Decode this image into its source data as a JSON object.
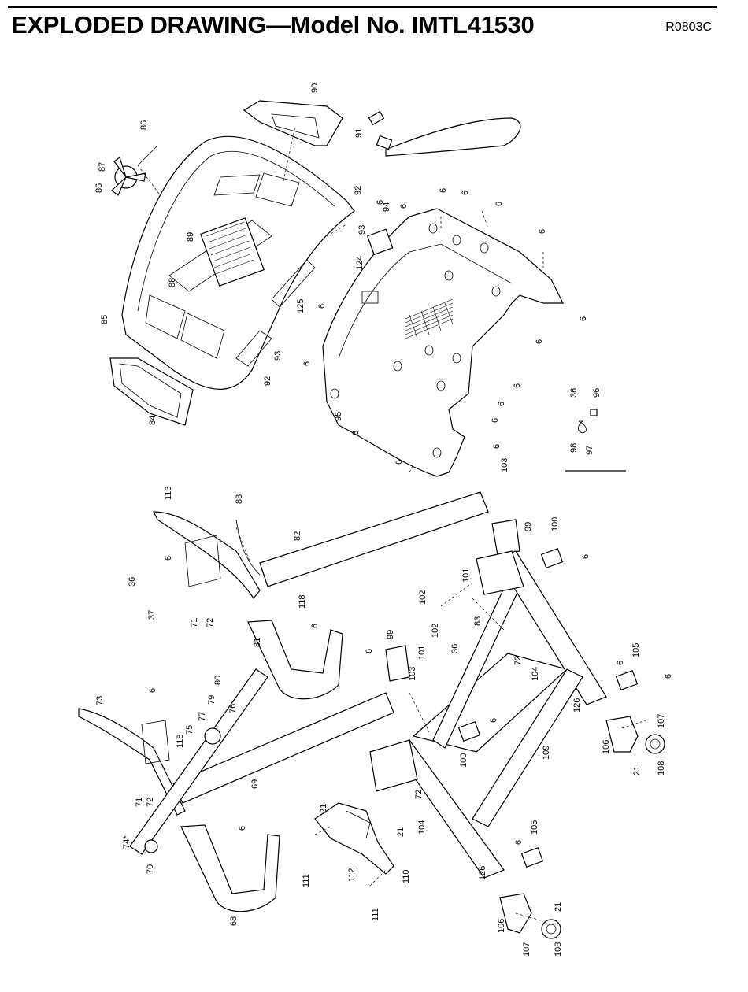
{
  "header": {
    "title": "EXPLODED DRAWING—Model No. IMTL41530",
    "code": "R0803C"
  },
  "parts": {
    "p90": "90",
    "p91": "91",
    "p86a": "86",
    "p86b": "86",
    "p87": "87",
    "p92a": "92",
    "p92b": "92",
    "p93a": "93",
    "p93b": "93",
    "p94": "94",
    "p124": "124",
    "p89": "89",
    "p88": "88",
    "p85": "85",
    "p125": "125",
    "p84": "84",
    "p95": "95",
    "p6_a": "6",
    "p6_b": "6",
    "p6_c": "6",
    "p6_d": "6",
    "p6_e": "6",
    "p6_f": "6",
    "p6_g": "6",
    "p6_h": "6",
    "p6_i": "6",
    "p6_j": "6",
    "p6_k": "6",
    "p6_l": "6",
    "p6_m": "6",
    "p6_n": "6",
    "p6_o": "6",
    "p6_p": "6",
    "p6_q": "6",
    "p6_r": "6",
    "p6_s": "6",
    "p6_t": "6",
    "p6_u": "6",
    "p6_v": "6",
    "p6_w": "6",
    "p6_x": "6",
    "p6_y": "6",
    "p6_z": "6",
    "p36a": "36",
    "p36b": "36",
    "p36c": "36",
    "p96": "96",
    "p97": "97",
    "p98": "98",
    "p113": "113",
    "p83a": "83",
    "p83b": "83",
    "p82": "82",
    "p103a": "103",
    "p103b": "103",
    "p99a": "99",
    "p99b": "99",
    "p100a": "100",
    "p100b": "100",
    "p37": "37",
    "p71a": "71",
    "p71b": "71",
    "p72a": "72",
    "p72b": "72",
    "p72c": "72",
    "p72d": "72",
    "p118a": "118",
    "p118b": "118",
    "p101a": "101",
    "p101b": "101",
    "p102a": "102",
    "p102b": "102",
    "p81": "81",
    "p104a": "104",
    "p104b": "104",
    "p105a": "105",
    "p105b": "105",
    "p126a": "126",
    "p126b": "126",
    "p80": "80",
    "p79": "79",
    "p76": "76",
    "p77": "77",
    "p75": "75",
    "p73": "73",
    "p107a": "107",
    "p107b": "107",
    "p106a": "106",
    "p106b": "106",
    "p108a": "108",
    "p108b": "108",
    "p21a": "21",
    "p21b": "21",
    "p21c": "21",
    "p21d": "21",
    "p69": "69",
    "p109": "109",
    "p74": "74*",
    "p70": "70",
    "p68": "68",
    "p111a": "111",
    "p111b": "111",
    "p112": "112",
    "p110": "110"
  }
}
